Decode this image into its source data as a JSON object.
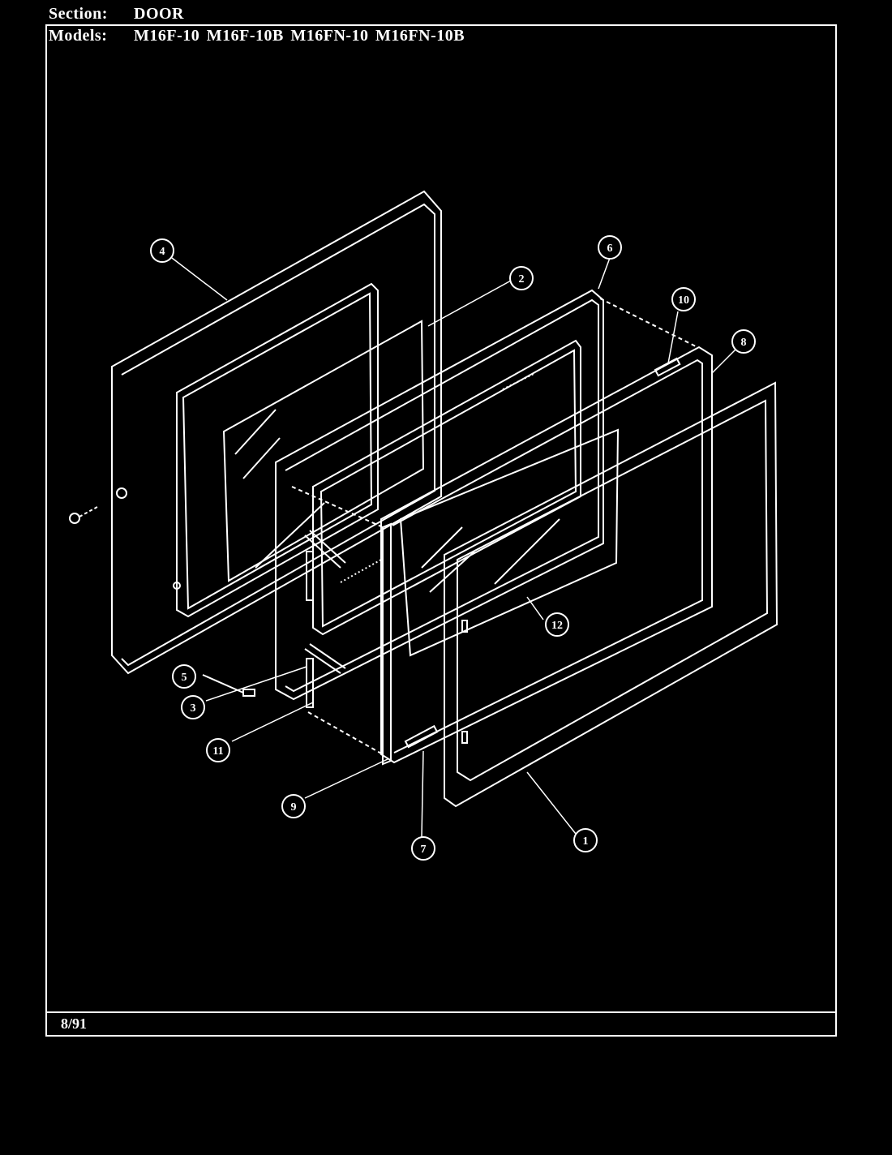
{
  "header": {
    "section_label": "Section:",
    "section_value": "DOOR",
    "models_label": "Models:",
    "models_value": "M16F-10  M16F-10B  M16FN-10  M16FN-10B"
  },
  "footer": {
    "date": "8/91"
  },
  "callouts": [
    "1",
    "2",
    "3",
    "4",
    "5",
    "6",
    "7",
    "8",
    "9",
    "10",
    "11",
    "12"
  ],
  "colors": {
    "background": "#000000",
    "line": "#ffffff"
  }
}
